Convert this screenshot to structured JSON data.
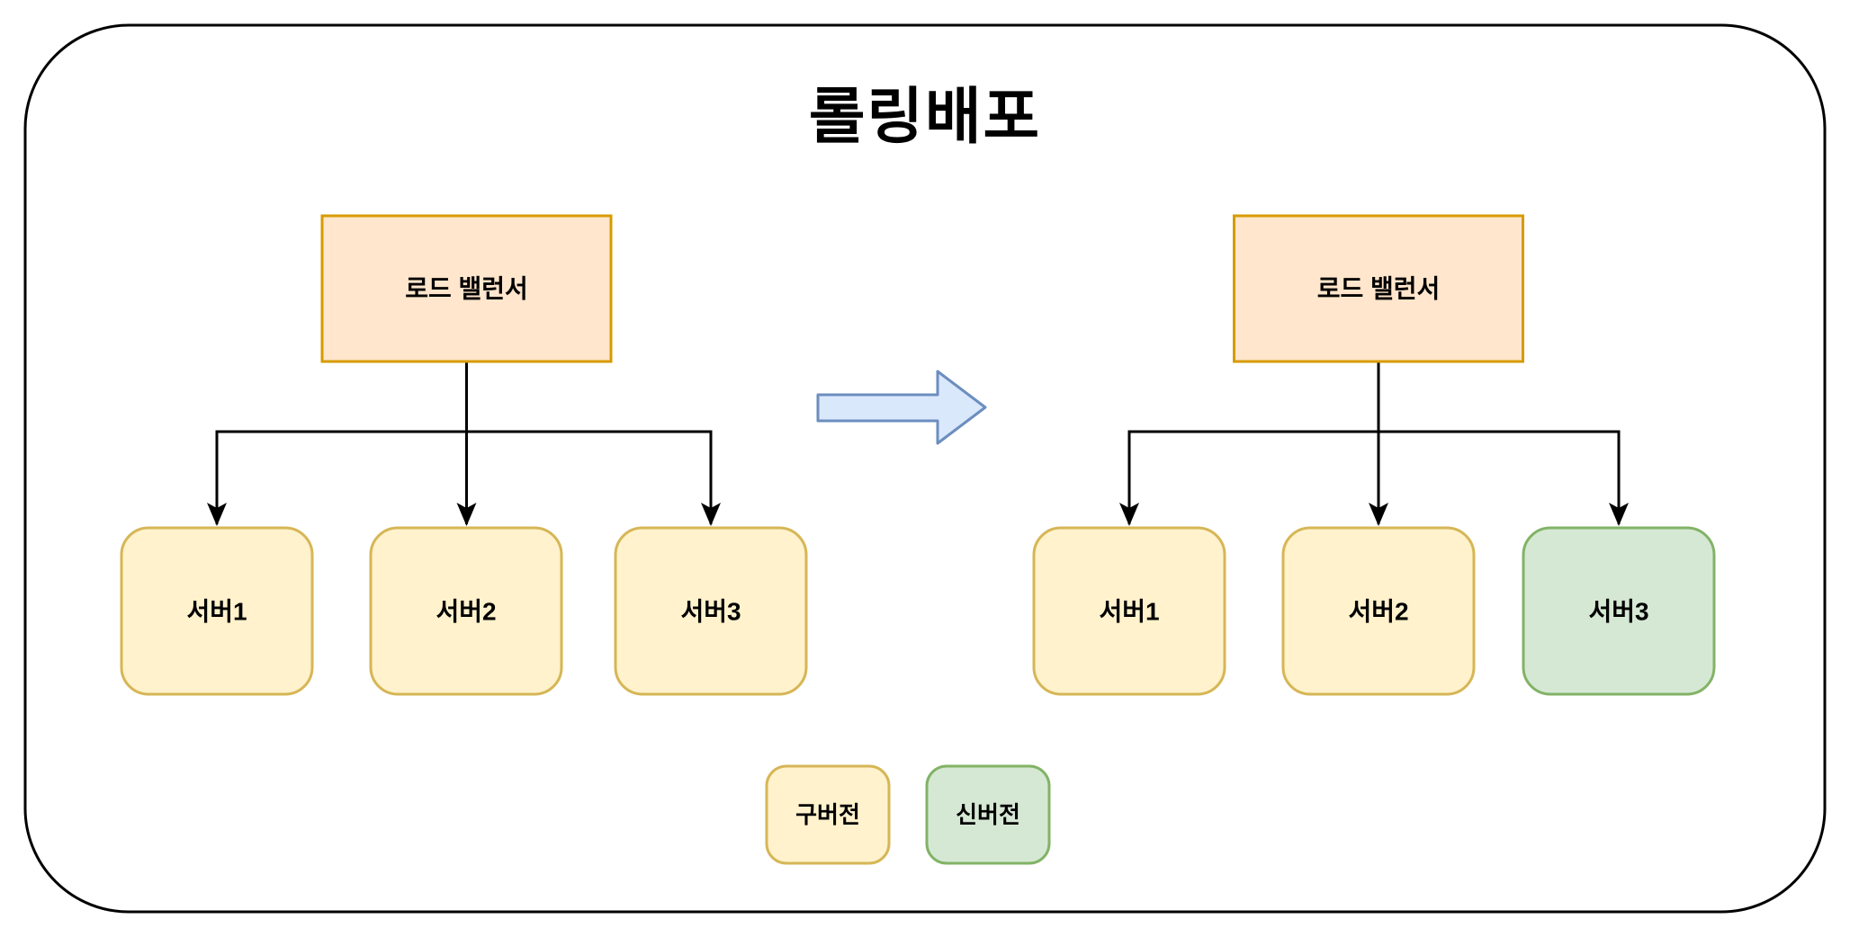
{
  "title": "롤링배포",
  "colors": {
    "load_balancer_fill": "#FFE6CC",
    "load_balancer_stroke": "#D79B00",
    "old_version_fill": "#FFF2CC",
    "old_version_stroke": "#D6B656",
    "new_version_fill": "#D5E8D4",
    "new_version_stroke": "#82B366",
    "transition_arrow_fill": "#DAE8FC",
    "transition_arrow_stroke": "#6C8EBF",
    "connector": "#000000",
    "frame_stroke": "#000000",
    "text": "#000000"
  },
  "before": {
    "load_balancer_label": "로드 밸런서",
    "servers": [
      {
        "label": "서버1",
        "version": "old"
      },
      {
        "label": "서버2",
        "version": "old"
      },
      {
        "label": "서버3",
        "version": "old"
      }
    ]
  },
  "after": {
    "load_balancer_label": "로드 밸런서",
    "servers": [
      {
        "label": "서버1",
        "version": "old"
      },
      {
        "label": "서버2",
        "version": "old"
      },
      {
        "label": "서버3",
        "version": "new"
      }
    ]
  },
  "legend": {
    "old_label": "구버전",
    "new_label": "신버전"
  }
}
